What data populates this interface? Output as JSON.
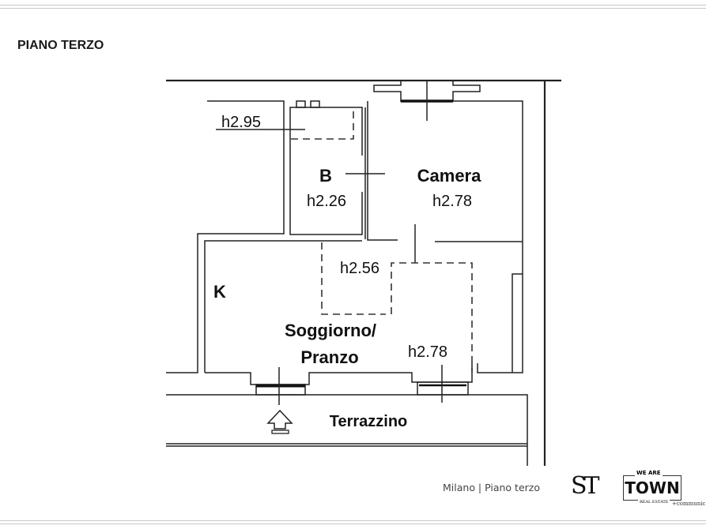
{
  "heading": "PIANO TERZO",
  "rooms": {
    "bathroom": {
      "label": "B",
      "height": "h2.26"
    },
    "bedroom": {
      "label": "Camera",
      "height": "h2.78"
    },
    "kitchen": {
      "label": "K"
    },
    "living": {
      "label_line1": "Soggiorno/",
      "label_line2": "Pranzo",
      "height_a": "h2.56",
      "height_b": "h2.78"
    },
    "terrace": {
      "label": "Terrazzino"
    },
    "attic": {
      "height": "h2.95"
    }
  },
  "caption": "Milano | Piano terzo",
  "logos": {
    "st": "ST",
    "town_top": "WE ARE",
    "town_main": "TOWN",
    "town_sub": "REAL ESTATE",
    "town_comm": "+communication"
  },
  "icons": {
    "entrance": "entrance-arrow-icon"
  }
}
